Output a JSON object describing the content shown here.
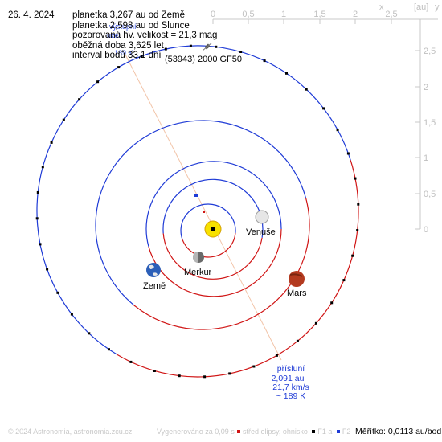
{
  "date": "26. 4. 2024",
  "info_lines": [
    "planetka 3,267 au od Země",
    "planetka 2,598 au od Slunce",
    "pozorovaná hv. velikost = 21,3 mag",
    "oběžná doba 3,625 let",
    "interval bodů 33,1 dní"
  ],
  "overlap": {
    "line1": "výstupní",
    "line2": "uzel",
    "line3": "189 K"
  },
  "asteroid_name": "(53943) 2000 GF50",
  "planets": {
    "mercury": "Merkur",
    "venus": "Venuše",
    "earth": "Země",
    "mars": "Mars"
  },
  "perihelion": {
    "label": "přísluní",
    "distance": "2,091 au",
    "speed": "21,7 km/s",
    "temp": "~ 189 K"
  },
  "axis_top": {
    "x_label": "x",
    "unit": "[au]",
    "ticks": [
      "0",
      "0,5",
      "1",
      "1,5",
      "2",
      "2,5"
    ]
  },
  "axis_right": {
    "y_label": "y",
    "ticks": [
      "2,5",
      "2",
      "1,5",
      "1",
      "0,5",
      "0"
    ]
  },
  "footer": {
    "copyright": "© 2024 Astronomia, astronomia.zcu.cz",
    "generated": "Vygenerováno za 0,09 s",
    "legend_center": "střed elipsy, ohnisko",
    "legend_f1": "F1 a",
    "legend_f2": "F2"
  },
  "scale_text": "Měřítko: 0,0113 au/bod",
  "colors": {
    "inner_orbit": "#1f3bd6",
    "outer_orbit": "#d01515",
    "sun": "#f7e100",
    "axis": "#c0c0c0",
    "perihelion_text": "#1f3bd6"
  }
}
